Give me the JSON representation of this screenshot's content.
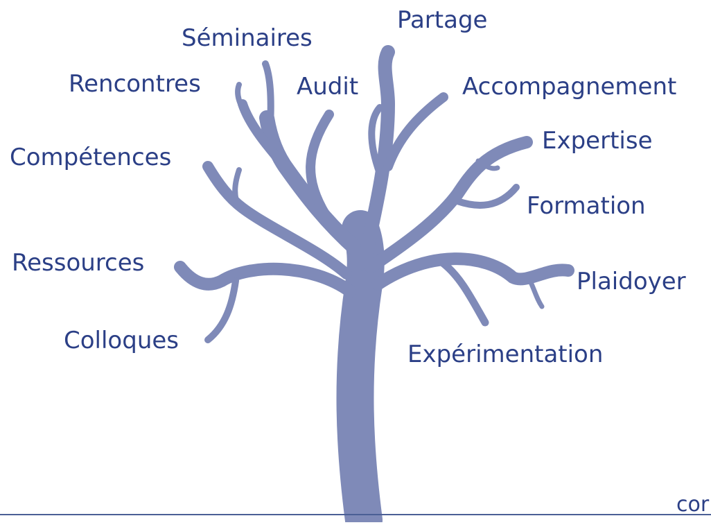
{
  "colors": {
    "tree": "#7f8ab8",
    "label": "#2b3f86",
    "bottom_line": "#4b5f95"
  },
  "labels": {
    "partage": "Partage",
    "seminaires": "Séminaires",
    "rencontres": "Rencontres",
    "audit": "Audit",
    "accompagnement": "Accompagnement",
    "competences": "Compétences",
    "expertise": "Expertise",
    "formation": "Formation",
    "ressources": "Ressources",
    "plaidoyer": "Plaidoyer",
    "colloques": "Colloques",
    "experimentation": "Expérimentation"
  },
  "footer": {
    "partial_text": "cor"
  }
}
